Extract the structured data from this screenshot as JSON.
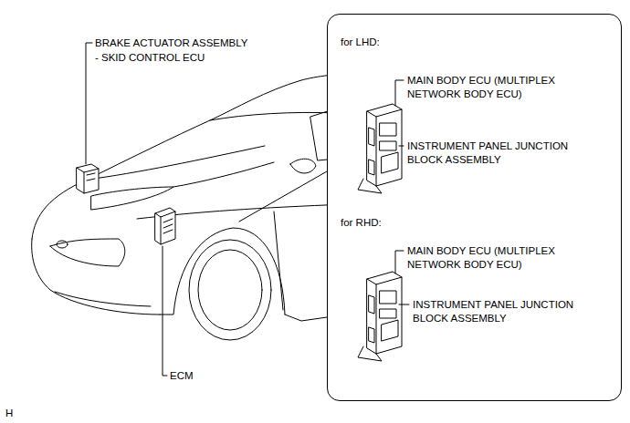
{
  "diagram": {
    "nodes": [
      {
        "text": [
          "for LHD:",
          "for RHD:"
        ]
      }
    ],
    "labels": [
      "BRAKE ACTUATOR ASSEMBLY",
      "- SKID CONTROL ECU",
      "ECM",
      "MAIN BODY ECU (MULTIPLEX NETWORK BODY ECU)",
      "INSTRUMENT PANEL JUNCTION BLOCK ASSEMBLY",
      "MAIN BODY ECU (MULTIPLEX NETWORK BODY ECU)",
      "INSTRUMENT PANEL JUNCTION BLOCK ASSEMBLY",
      "H"
    ]
  }
}
